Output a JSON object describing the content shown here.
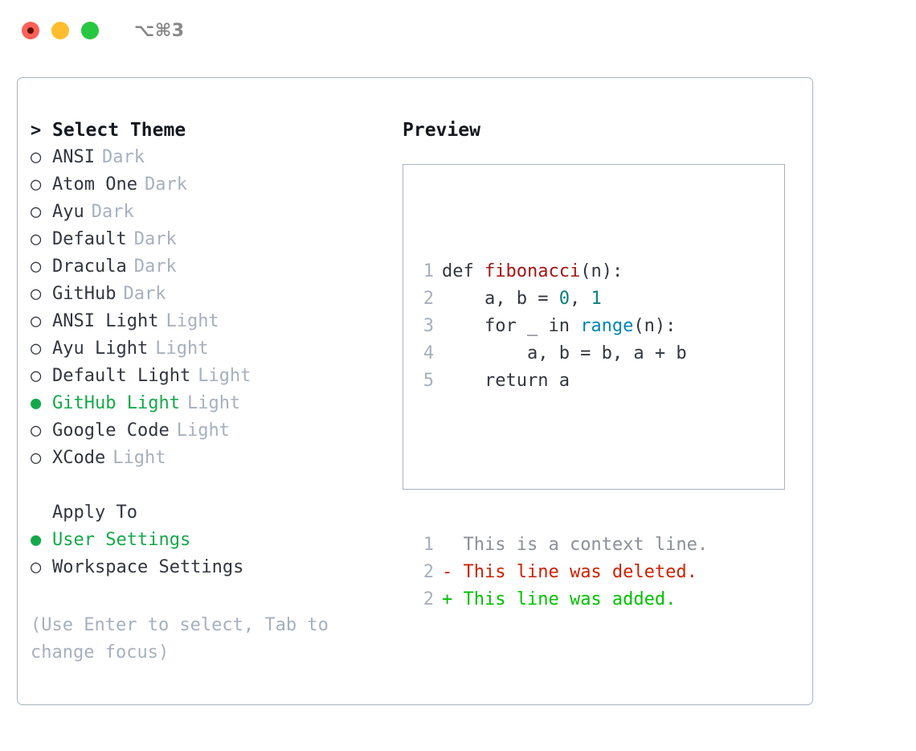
{
  "titlebar": {
    "shortcut": "⌥⌘3",
    "buttons": [
      "close",
      "minimize",
      "zoom"
    ]
  },
  "left": {
    "header": {
      "caret": ">",
      "label": "Select Theme"
    },
    "bullet_empty": "○",
    "bullet_filled": "●",
    "themes": [
      {
        "name": "ANSI",
        "variant": "Dark",
        "selected": false
      },
      {
        "name": "Atom One",
        "variant": "Dark",
        "selected": false
      },
      {
        "name": "Ayu",
        "variant": "Dark",
        "selected": false
      },
      {
        "name": "Default",
        "variant": "Dark",
        "selected": false
      },
      {
        "name": "Dracula",
        "variant": "Dark",
        "selected": false
      },
      {
        "name": "GitHub",
        "variant": "Dark",
        "selected": false
      },
      {
        "name": "ANSI Light",
        "variant": "Light",
        "selected": false
      },
      {
        "name": "Ayu Light",
        "variant": "Light",
        "selected": false
      },
      {
        "name": "Default Light",
        "variant": "Light",
        "selected": false
      },
      {
        "name": "GitHub Light",
        "variant": "Light",
        "selected": true
      },
      {
        "name": "Google Code",
        "variant": "Light",
        "selected": false
      },
      {
        "name": "XCode",
        "variant": "Light",
        "selected": false
      }
    ],
    "apply_to": {
      "heading": "Apply To",
      "options": [
        {
          "label": "User Settings",
          "selected": true
        },
        {
          "label": "Workspace Settings",
          "selected": false
        }
      ]
    },
    "hint": "(Use Enter to select, Tab to change focus)"
  },
  "right": {
    "title": "Preview",
    "code_lines": [
      {
        "no": "1",
        "segments": [
          {
            "t": "def ",
            "c": "plain"
          },
          {
            "t": "fibonacci",
            "c": "fn"
          },
          {
            "t": "(n):",
            "c": "plain"
          }
        ]
      },
      {
        "no": "2",
        "segments": [
          {
            "t": "    a, b = ",
            "c": "plain"
          },
          {
            "t": "0",
            "c": "num"
          },
          {
            "t": ", ",
            "c": "plain"
          },
          {
            "t": "1",
            "c": "num"
          }
        ]
      },
      {
        "no": "3",
        "segments": [
          {
            "t": "    for _ in ",
            "c": "plain"
          },
          {
            "t": "range",
            "c": "call"
          },
          {
            "t": "(n):",
            "c": "plain"
          }
        ]
      },
      {
        "no": "4",
        "segments": [
          {
            "t": "        a, b = b, a + b",
            "c": "plain"
          }
        ]
      },
      {
        "no": "5",
        "segments": [
          {
            "t": "    return a",
            "c": "plain"
          }
        ]
      }
    ],
    "diff_lines": [
      {
        "no": "1",
        "marker": " ",
        "text": " This is a context line.",
        "kind": "ctx"
      },
      {
        "no": "2",
        "marker": "-",
        "text": " This line was deleted.",
        "kind": "del"
      },
      {
        "no": "2",
        "marker": "+",
        "text": " This line was added.",
        "kind": "add"
      }
    ]
  },
  "colors": {
    "accent_green": "#15a84a",
    "diff_add": "#00c000",
    "diff_del": "#cc2200",
    "muted": "#a6b0bf",
    "border": "#aab2c0",
    "fn": "#a31515",
    "num": "#077d7d",
    "call": "#0086b3"
  }
}
